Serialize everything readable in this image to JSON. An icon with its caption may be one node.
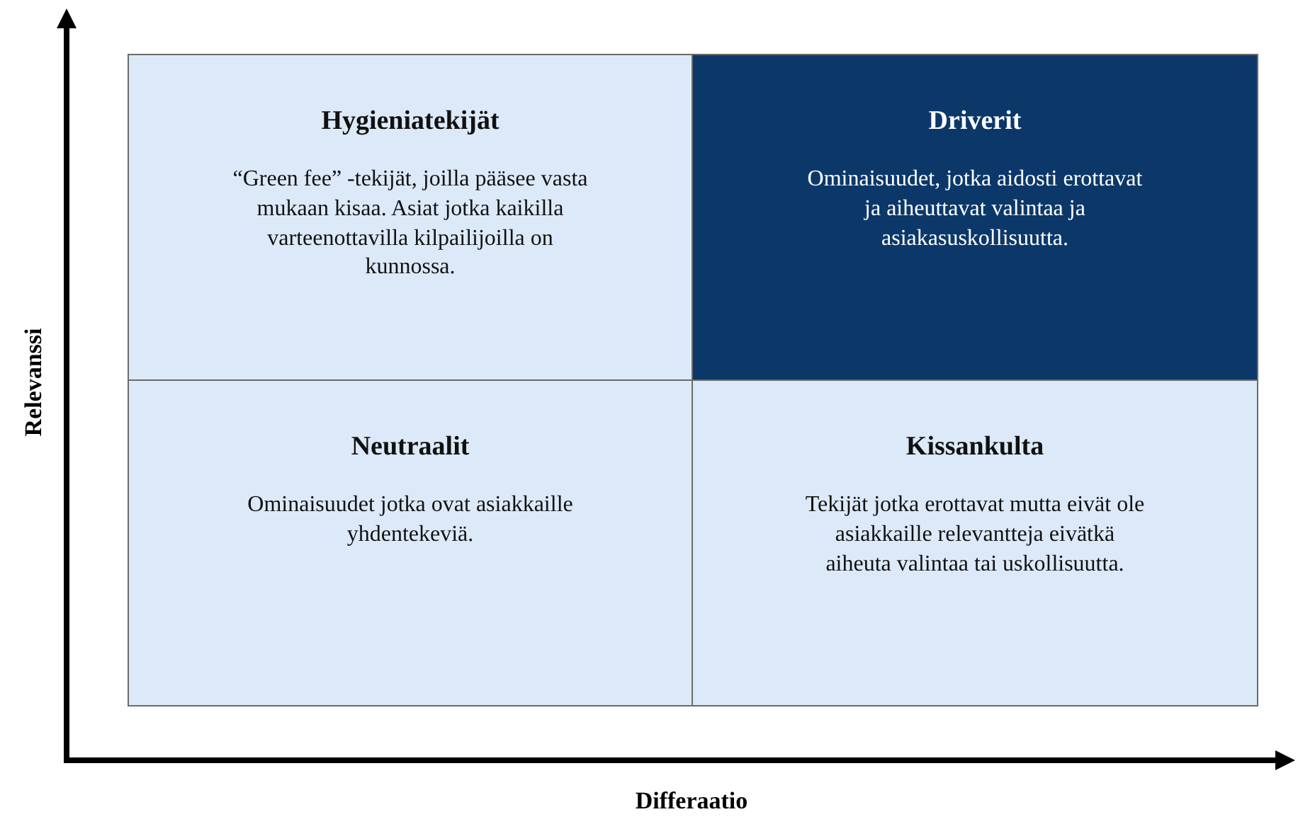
{
  "diagram": {
    "nodes": [
      {
        "text": [
          "Hygieniatekijät",
          "“Green fee” -tekijät, joilla pääsee vasta mukaan kisaa. Asiat jotka kaikilla varteenottavilla kilpailijoilla on kunnossa."
        ]
      },
      {
        "text": [
          "Driverit",
          "Ominaisuudet, jotka aidosti erottavat ja aiheuttavat valintaa ja asiakasuskollisuutta."
        ]
      },
      {
        "text": [
          "Neutraalit",
          "Ominaisuudet jotka ovat asiakkaille yhdentekeviä."
        ]
      },
      {
        "text": [
          "Kissankulta",
          "Tekijät jotka erottavat mutta eivät ole asiakkaille relevantteja eivätkä aiheuta valintaa tai uskollisuutta."
        ]
      }
    ],
    "labels": [
      "Relevanssi",
      "Differaatio"
    ]
  }
}
